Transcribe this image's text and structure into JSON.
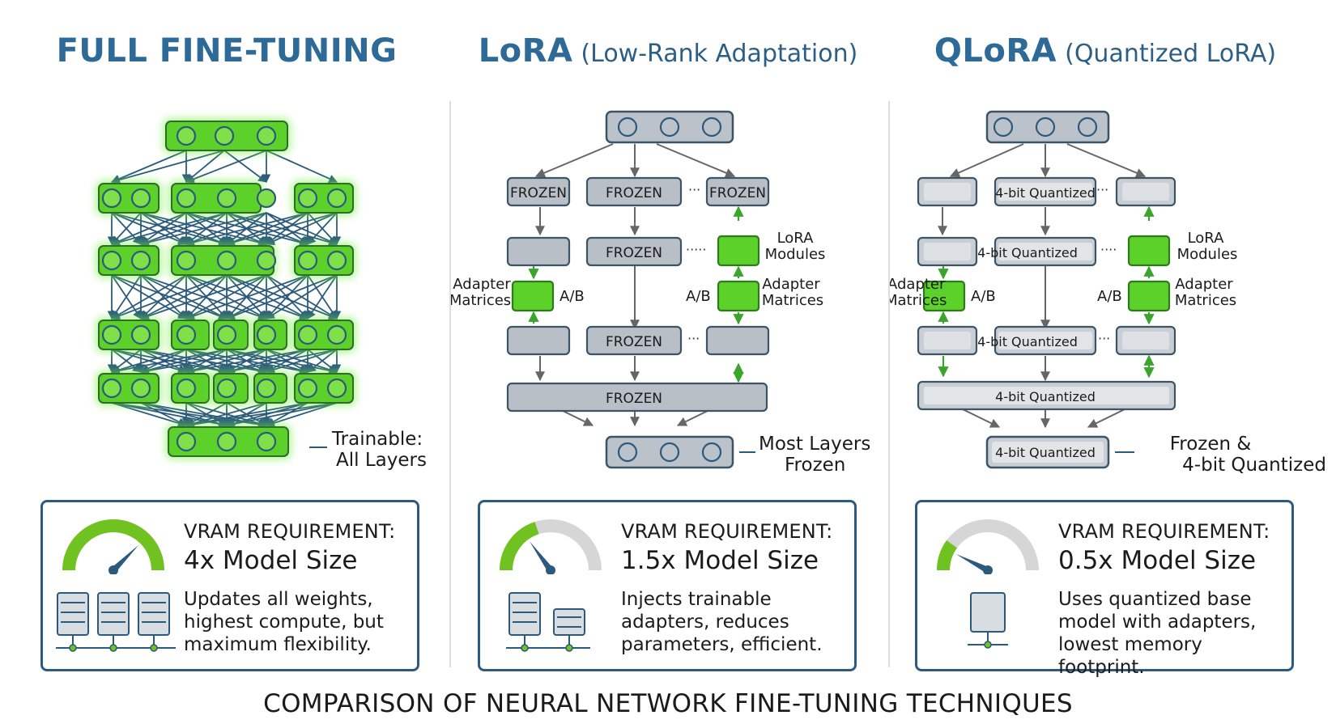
{
  "footer_title": "COMPARISON OF NEURAL NETWORK FINE-TUNING TECHNIQUES",
  "colors": {
    "title": "#2d6a97",
    "trainable": "#5bd12a",
    "frozen": "#b9bfc6",
    "border": "#2b5b83",
    "arrow_green": "#3aa52a",
    "arrow_blue": "#2c5a7c"
  },
  "columns": [
    {
      "title_main": "FULL FINE-TUNING",
      "title_sub": "",
      "callout": [
        "Trainable:",
        "All Layers"
      ],
      "vram_label": "VRAM REQUIREMENT:",
      "vram_value": "4x Model Size",
      "gauge_level": 1.0,
      "server_icons": "three-server-racks",
      "description": "Updates all weights, highest compute, but maximum flexibility."
    },
    {
      "title_main": "LoRA",
      "title_sub": "(Low-Rank Adaptation)",
      "frozen_label": "FROZEN",
      "lora_modules": [
        "LoRA",
        "Modules"
      ],
      "adapter_matrices": [
        "Adapter",
        "Matrices"
      ],
      "ab_label": "A/B",
      "callout": [
        "Most Layers",
        "Frozen"
      ],
      "vram_label": "VRAM REQUIREMENT:",
      "vram_value": "1.5x Model Size",
      "gauge_level": 0.4,
      "server_icons": "two-server-racks",
      "description": "Injects trainable adapters, reduces parameters, efficient."
    },
    {
      "title_main": "QLoRA",
      "title_sub": "(Quantized LoRA)",
      "quant_label": "4-bit Quantized",
      "lora_modules": [
        "LoRA",
        "Modules"
      ],
      "adapter_matrices": [
        "Adapter",
        "Matrices"
      ],
      "ab_label": "A/B",
      "callout": [
        "Frozen &",
        "4-bit Quantized"
      ],
      "vram_label": "VRAM REQUIREMENT:",
      "vram_value": "0.5x Model Size",
      "gauge_level": 0.2,
      "server_icons": "single-device",
      "description": "Uses quantized base model with adapters, lowest memory footprint."
    }
  ]
}
